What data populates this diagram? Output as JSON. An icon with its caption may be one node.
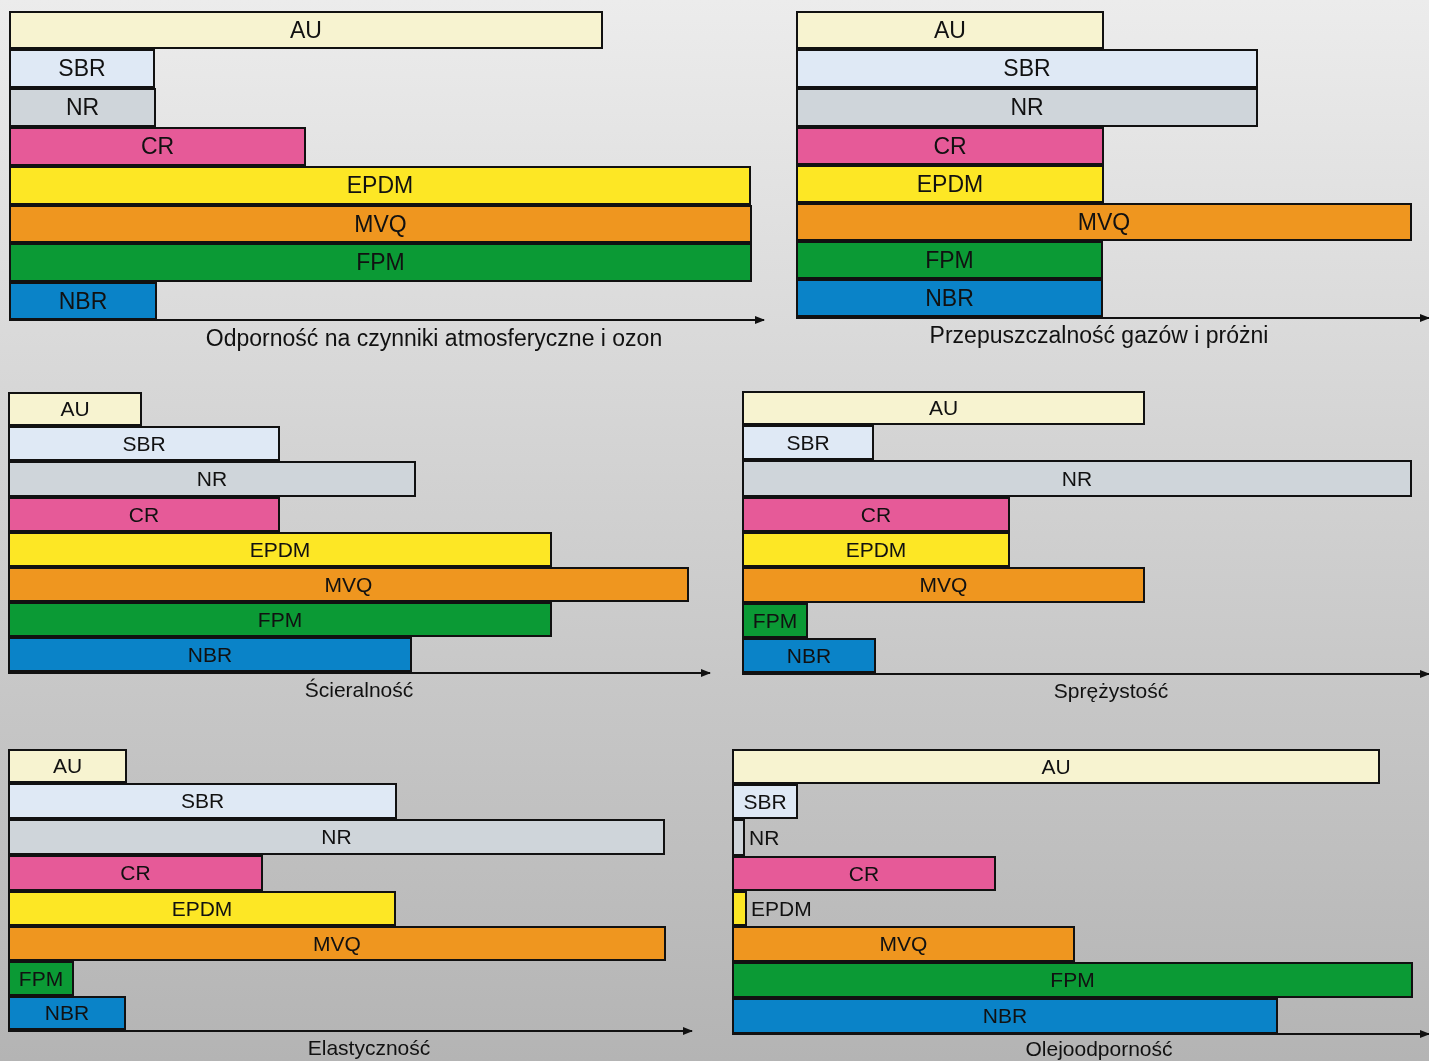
{
  "diagram": {
    "nodes": [
      {
        "text": [
          "AU"
        ]
      },
      {
        "text": [
          "SBR"
        ]
      },
      {
        "text": [
          "NR"
        ]
      },
      {
        "text": [
          "CR"
        ]
      },
      {
        "text": [
          "EPDM"
        ]
      },
      {
        "text": [
          "MVQ"
        ]
      },
      {
        "text": [
          "FPM"
        ]
      },
      {
        "text": [
          "NBR"
        ]
      },
      {
        "text": [
          "AU"
        ]
      },
      {
        "text": [
          "SBR"
        ]
      },
      {
        "text": [
          "NR"
        ]
      },
      {
        "text": [
          "CR"
        ]
      },
      {
        "text": [
          "EPDM"
        ]
      },
      {
        "text": [
          "MVQ"
        ]
      },
      {
        "text": [
          "FPM"
        ]
      },
      {
        "text": [
          "NBR"
        ]
      },
      {
        "text": [
          "AU"
        ]
      },
      {
        "text": [
          "SBR"
        ]
      },
      {
        "text": [
          "NR"
        ]
      },
      {
        "text": [
          "CR"
        ]
      },
      {
        "text": [
          "EPDM"
        ]
      },
      {
        "text": [
          "MVQ"
        ]
      },
      {
        "text": [
          "FPM"
        ]
      },
      {
        "text": [
          "NBR"
        ]
      },
      {
        "text": [
          "AU"
        ]
      },
      {
        "text": [
          "SBR"
        ]
      },
      {
        "text": [
          "NR"
        ]
      },
      {
        "text": [
          "CR"
        ]
      },
      {
        "text": [
          "EPDM"
        ]
      },
      {
        "text": [
          "MVQ"
        ]
      },
      {
        "text": [
          "FPM"
        ]
      },
      {
        "text": [
          "NBR"
        ]
      },
      {
        "text": [
          "AU"
        ]
      },
      {
        "text": [
          "SBR"
        ]
      },
      {
        "text": [
          "NR"
        ]
      },
      {
        "text": [
          "CR"
        ]
      },
      {
        "text": [
          "EPDM"
        ]
      },
      {
        "text": [
          "MVQ"
        ]
      },
      {
        "text": [
          "FPM"
        ]
      },
      {
        "text": [
          "NBR"
        ]
      },
      {
        "text": [
          "AU"
        ]
      },
      {
        "text": [
          "SBR"
        ]
      },
      {
        "text": [
          "NR"
        ]
      },
      {
        "text": [
          "CR"
        ]
      },
      {
        "text": [
          "EPDM"
        ]
      },
      {
        "text": [
          "MVQ"
        ]
      },
      {
        "text": [
          "FPM"
        ]
      },
      {
        "text": [
          "NBR"
        ]
      }
    ],
    "labels": [
      "Odporność na czynniki atmosferyczne i ozon",
      "Przepuszczalność gazów i próżni",
      "Ścieralność",
      "Sprężystość",
      "Elastyczność",
      "Olejoodporność"
    ]
  }
}
